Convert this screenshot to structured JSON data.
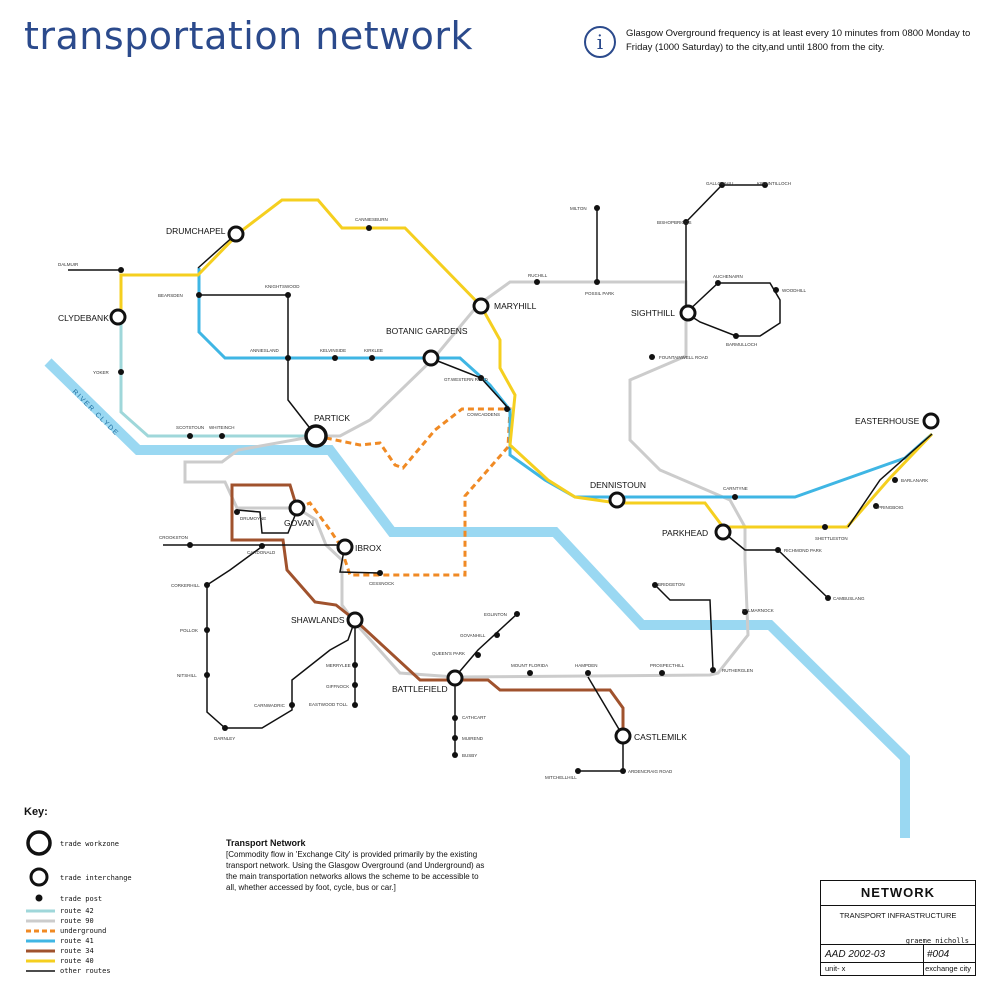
{
  "header": {
    "title": "transportation network",
    "info": "Glasgow Overground frequency is at least every 10 minutes from 0800 Monday to Friday (1000 Saturday) to the city,and until 1800 from the city.",
    "info_icon": "info-icon"
  },
  "map": {
    "river_label": "RIVER CLYDE",
    "colors": {
      "route42": "#9fd7da",
      "route90": "#cccccc",
      "underground": "#f08a24",
      "route41": "#3fb6e4",
      "route34": "#a0522d",
      "route40": "#f5cf1f",
      "other": "#111111",
      "river": "#9ad8f2"
    },
    "workzones": [
      "DRUMCHAPEL",
      "CLYDEBANK",
      "MARYHILL",
      "SIGHTHILL",
      "BOTANIC GARDENS",
      "PARTICK",
      "EASTERHOUSE",
      "DENNISTOUN",
      "PARKHEAD",
      "GOVAN",
      "IBROX",
      "SHAWLANDS",
      "BATTLEFIELD",
      "CASTLEMILK"
    ],
    "posts": [
      "CANNIESBURN",
      "DALMUIR",
      "BEARSDEN",
      "KNIGHTSWOOD",
      "YOKER",
      "ANNIESLAND",
      "KELVINSIDE",
      "KIRKLEE",
      "GT.WESTERN ROAD",
      "SCOTSTOUN",
      "WHITEINCH",
      "COWCADDENS",
      "RUCHILL",
      "POSSIL PARK",
      "MILTON",
      "GALLOWHILL",
      "KIRKINTILLOCH",
      "BISHOPBRIGGS",
      "AUCHENAIRN",
      "WOODHILL",
      "BARMULLOCH",
      "FOUNTAINWELL ROAD",
      "CARNTYNE",
      "BARLANARK",
      "SPRINGBOIG",
      "SHETTLESTON",
      "RICHMOND PARK",
      "CAMBUSLANG",
      "DRUMOYNE",
      "CARDONALD",
      "CROOKSTON",
      "CESSNOCK",
      "CORKERHILL",
      "POLLOK",
      "NITSHILL",
      "DARNLEY",
      "CARNWADRIC",
      "MERRYLEE",
      "GIFFNOCK",
      "EASTWOOD TOLL",
      "EGLINTON",
      "GOVANHILL",
      "QUEEN'S PARK",
      "MOUNT FLORIDA",
      "HAMPDEN",
      "PROSPECTHILL",
      "RUTHERGLEN",
      "DALMARNOCK",
      "BRIDGETON",
      "CATHCART",
      "MUIREND",
      "BUSBY",
      "MITCHELLHILL",
      "ARDENCRAIG ROAD"
    ]
  },
  "key": {
    "title": "Key:",
    "items": [
      "trade workzone",
      "trade interchange",
      "trade post",
      "route 42",
      "route 90",
      "underground",
      "route 41",
      "route 34",
      "route 40",
      "other routes"
    ]
  },
  "note": {
    "title": "Transport Network",
    "body": "[Commodity flow in 'Exchange City' is provided primarily by the existing transport network. Using the Glasgow Overground (and Underground) as the main transportation networks allows the scheme to be accessible to all, whether accessed by foot, cycle, bus or car.]"
  },
  "title_block": {
    "heading": "NETWORK",
    "subtitle": "TRANSPORT INFRASTRUCTURE",
    "author": "graeme nicholls",
    "course": "AAD 2002-03",
    "number": "#004",
    "unit": "unit- x",
    "project": "exchange city"
  }
}
